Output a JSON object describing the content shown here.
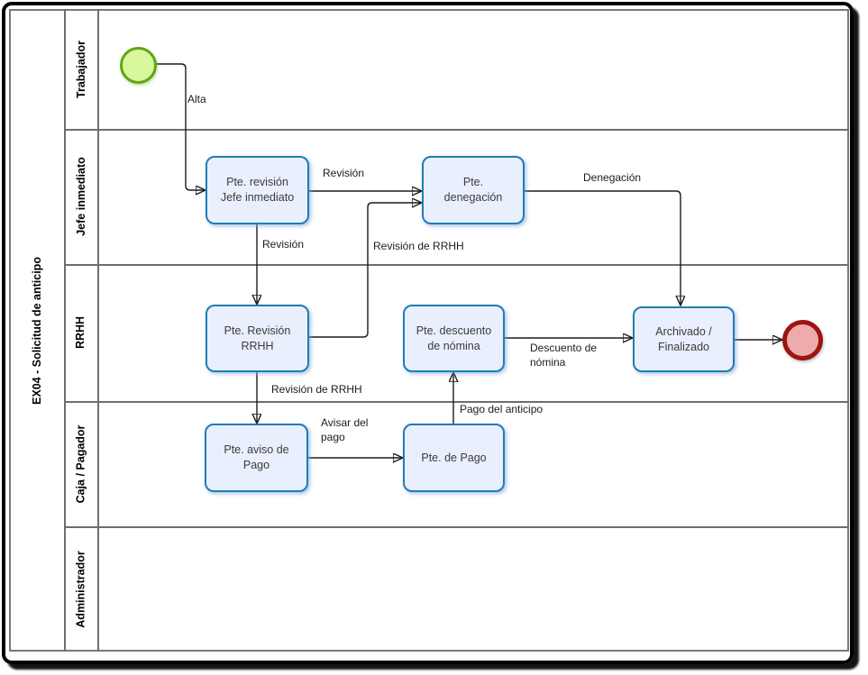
{
  "pool": {
    "title": "EX04 - Solicitud de anticipo"
  },
  "lanes": [
    {
      "label": "Trabajador"
    },
    {
      "label": "Jefe inmediato"
    },
    {
      "label": "RRHH"
    },
    {
      "label": "Caja / Pagador"
    },
    {
      "label": "Administrador"
    }
  ],
  "events": {
    "start": {
      "name": "start-event",
      "lane": "Trabajador",
      "fill": "#d9f79b",
      "border": "#61a519"
    },
    "end": {
      "name": "end-event",
      "lane": "RRHH",
      "fill": "#eeabab",
      "border": "#9d1411"
    }
  },
  "tasks": [
    {
      "label": "Pte. revisión\nJefe inmediato",
      "lane": "Jefe inmediato"
    },
    {
      "label": "Pte.\ndenegación",
      "lane": "Jefe inmediato"
    },
    {
      "label": "Pte. Revisión\nRRHH",
      "lane": "RRHH"
    },
    {
      "label": "Pte. descuento\nde nómina",
      "lane": "RRHH"
    },
    {
      "label": "Archivado /\nFinalizado",
      "lane": "RRHH"
    },
    {
      "label": "Pte. aviso de\nPago",
      "lane": "Caja / Pagador"
    },
    {
      "label": "Pte. de Pago",
      "lane": "Caja / Pagador"
    }
  ],
  "flows": [
    {
      "label": "Alta",
      "from": "start-event",
      "to": "Pte. revisión Jefe inmediato"
    },
    {
      "label": "Revisión",
      "from": "Pte. revisión Jefe inmediato",
      "to": "Pte. denegación"
    },
    {
      "label": "Revisión",
      "from": "Pte. revisión Jefe inmediato",
      "to": "Pte. Revisión RRHH"
    },
    {
      "label": "Revisión de RRHH",
      "from": "Pte. Revisión RRHH",
      "to": "Pte. denegación"
    },
    {
      "label": "Denegación",
      "from": "Pte. denegación",
      "to": "Archivado / Finalizado"
    },
    {
      "label": "Revisión de RRHH",
      "from": "Pte. Revisión RRHH",
      "to": "Pte. aviso de Pago"
    },
    {
      "label": "Avisar del\npago",
      "from": "Pte. aviso de Pago",
      "to": "Pte. de Pago"
    },
    {
      "label": "Pago del anticipo",
      "from": "Pte. de Pago",
      "to": "Pte. descuento de nómina"
    },
    {
      "label": "Descuento de\nnómina",
      "from": "Pte. descuento de nómina",
      "to": "Archivado / Finalizado"
    },
    {
      "label": "",
      "from": "Archivado / Finalizado",
      "to": "end-event"
    }
  ],
  "colors": {
    "task_fill": "#e9effc",
    "task_border": "#1f7db6",
    "start_fill": "#d9f79b",
    "start_border": "#61a519",
    "end_fill": "#eeabab",
    "end_border": "#9d1411",
    "flow_line": "#1c1c1c",
    "lane_line": "#6e6e6e",
    "frame": "#000000"
  }
}
